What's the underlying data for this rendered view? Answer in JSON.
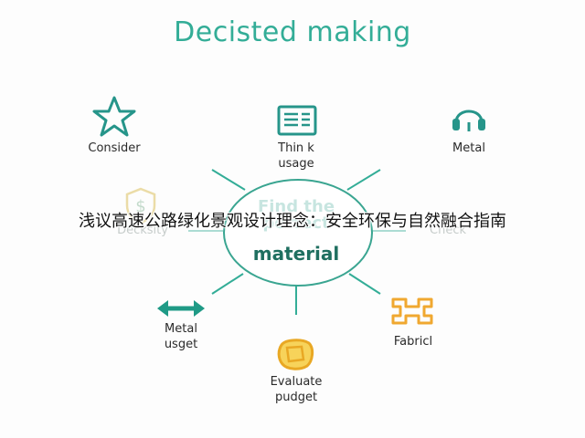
{
  "title": "Decisted making",
  "center": {
    "faded_text": "Find the\nperfect",
    "main_text": "material"
  },
  "nodes": {
    "consider": "Consider",
    "thin_usage": "Thin k\nusage",
    "metal_top": "Metal",
    "decksity": "Decksity",
    "check": "Check",
    "metal_usget": "Metal\nusget",
    "evaluate": "Evaluate\npudget",
    "fabric": "Fabricl"
  },
  "overlay_caption": "浅议高速公路绿化景观设计理念：安全环保与自然融合指南",
  "colors": {
    "accent": "#33ad97",
    "accent_dark": "#1f6f60",
    "icon_orange": "#f0a830",
    "icon_yellow": "#f2c84b"
  },
  "icons": {
    "consider": "star-icon",
    "thin_usage": "document-icon",
    "metal_top": "headphones-icon",
    "decksity": "dollar-shield-icon",
    "metal_usget": "double-arrow-icon",
    "evaluate": "cube-package-icon",
    "fabric": "fabric-link-icon"
  }
}
